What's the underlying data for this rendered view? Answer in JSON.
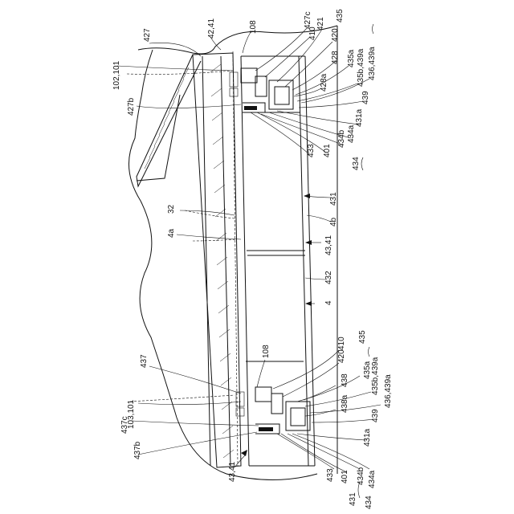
{
  "labels": {
    "l_427": "427",
    "l_42_41": "42,41",
    "l_108_top": "108",
    "l_427c": "427c",
    "l_410_top": "410",
    "l_421": "421",
    "l_435_top": "435",
    "l_420_top": "420",
    "l_428": "428",
    "l_435a_top": "435a",
    "l_435b439a_top": "435b,439a",
    "l_436439a_top": "436,439a",
    "l_428a": "428a",
    "l_439_top": "439",
    "l_431a_top": "431a",
    "l_434a_top": "434a",
    "l_434b_top": "434b",
    "l_401_top": "401",
    "l_433_top": "433",
    "l_434_top": "434",
    "l_102_101": "102,101",
    "l_427b": "427b",
    "l_431": "431",
    "l_4b": "4b",
    "l_32": "32",
    "l_4a": "4a",
    "l_43_41_top": "43,41",
    "l_432": "432",
    "l_4": "4",
    "l_108_bot": "108",
    "l_410_bot": "410",
    "l_420_bot": "420",
    "l_435_bot": "435",
    "l_437": "437",
    "l_435a_bot": "435a",
    "l_435b439a_bot": "435b,439a",
    "l_438": "438",
    "l_103_101": "103,101",
    "l_436439a_bot": "436,439a",
    "l_438a": "438a",
    "l_437c": "437c",
    "l_439_bot": "439",
    "l_437b": "437b",
    "l_431a_bot": "431a",
    "l_43_41_bot": "43,41",
    "l_433_bot": "433",
    "l_401_bot": "401",
    "l_434b_bot": "434b",
    "l_434a_bot": "434a",
    "l_431_bot": "431",
    "l_434_bot": "434"
  }
}
